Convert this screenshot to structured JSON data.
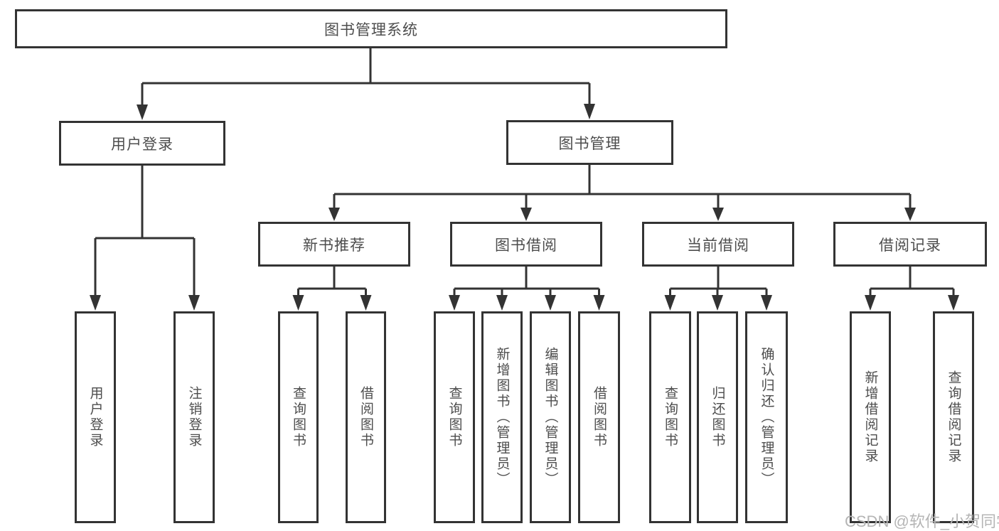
{
  "diagram": {
    "root": {
      "label": "图书管理系统",
      "children": [
        {
          "label": "用户登录",
          "children": [
            {
              "label": "用户登录"
            },
            {
              "label": "注销登录"
            }
          ]
        },
        {
          "label": "图书管理",
          "children": [
            {
              "label": "新书推荐",
              "children": [
                {
                  "label": "查询图书"
                },
                {
                  "label": "借阅图书"
                }
              ]
            },
            {
              "label": "图书借阅",
              "children": [
                {
                  "label": "查询图书"
                },
                {
                  "label": "新增图书（管理员）"
                },
                {
                  "label": "编辑图书（管理员）"
                },
                {
                  "label": "借阅图书"
                }
              ]
            },
            {
              "label": "当前借阅",
              "children": [
                {
                  "label": "查询图书"
                },
                {
                  "label": "归还图书"
                },
                {
                  "label": "确认归还（管理员）"
                }
              ]
            },
            {
              "label": "借阅记录",
              "children": [
                {
                  "label": "新增借阅记录"
                },
                {
                  "label": "查询借阅记录"
                }
              ]
            }
          ]
        }
      ]
    }
  },
  "watermark": {
    "text": "CSDN @软件_小贺同学",
    "color": "#b5b5b5"
  },
  "colors": {
    "line": "#333333",
    "box_border": "#333333",
    "box_background": "#ffffff",
    "label_text": "#4d4d4d"
  }
}
